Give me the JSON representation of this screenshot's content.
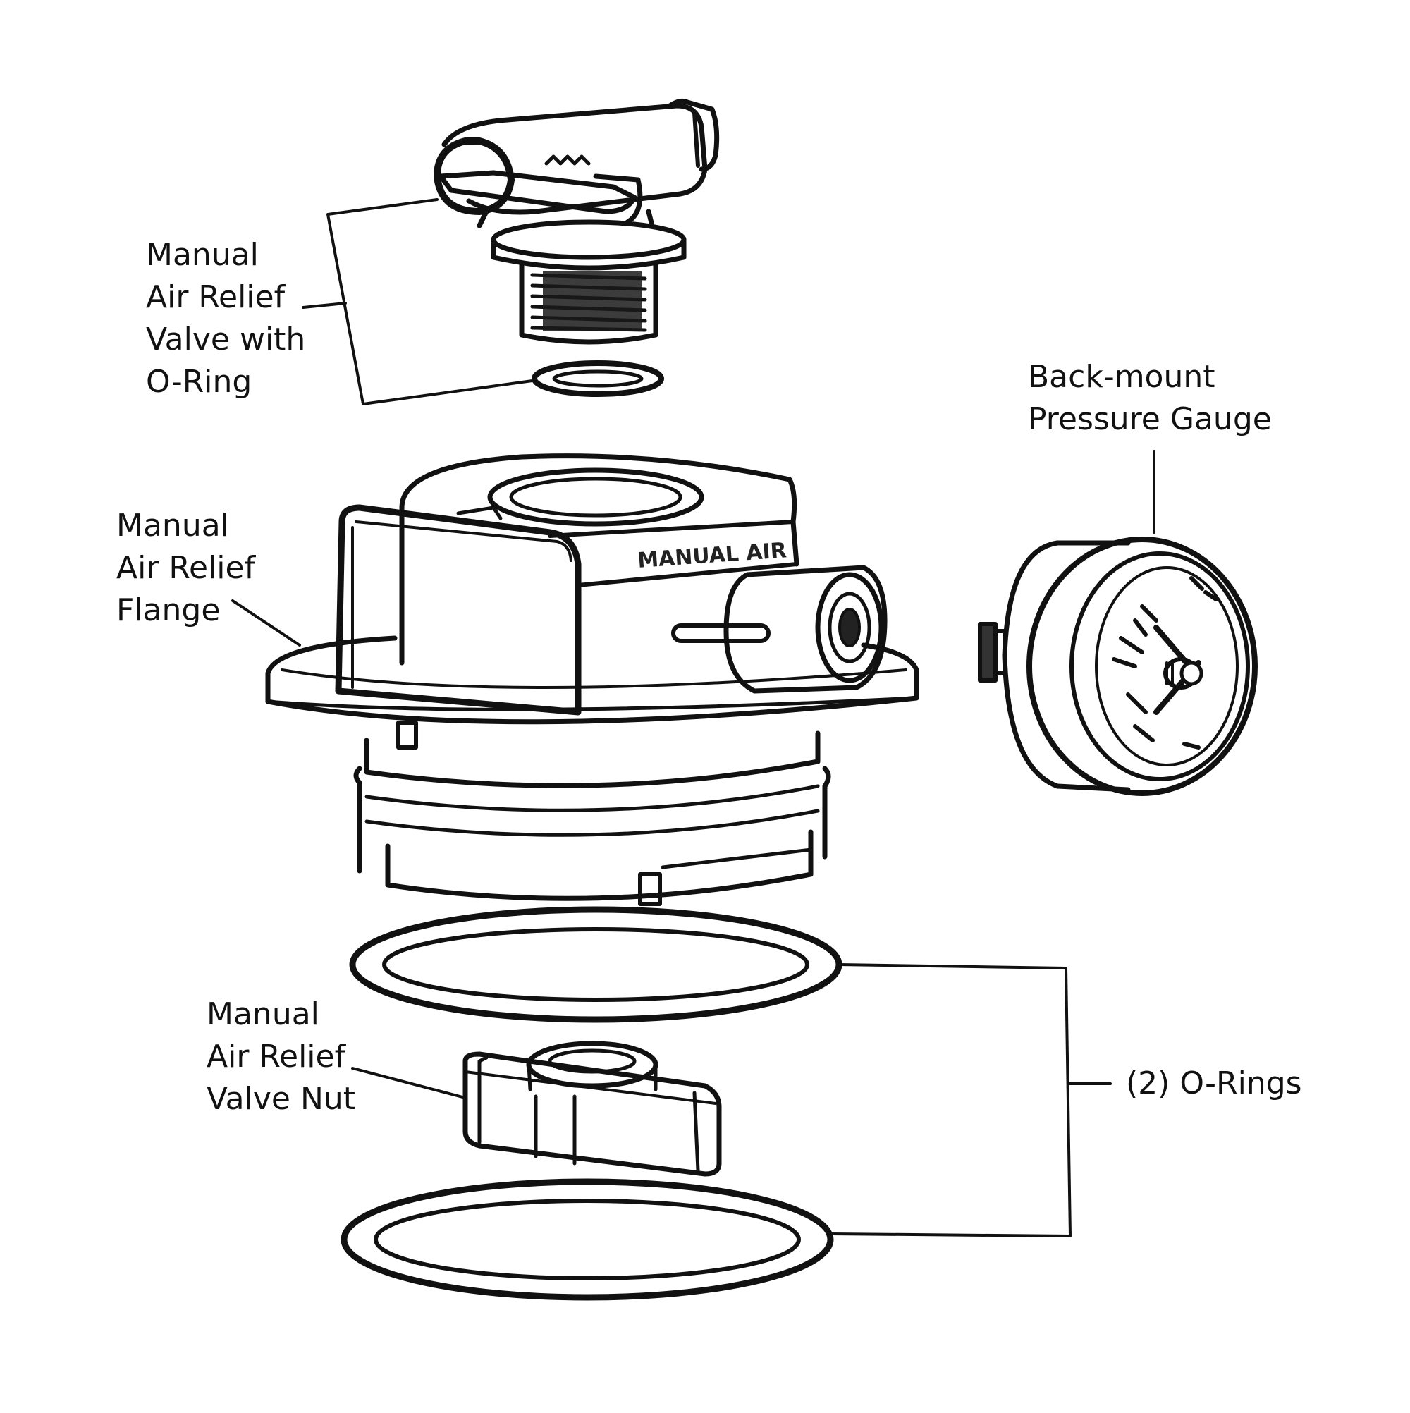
{
  "labels": {
    "valve_with_oring": [
      "Manual",
      "Air Relief",
      "Valve with",
      "O-Ring"
    ],
    "back_mount_gauge": [
      "Back-mount",
      "Pressure Gauge"
    ],
    "flange": [
      "Manual",
      "Air Relief",
      "Flange"
    ],
    "valve_nut": [
      "Manual",
      "Air Relief",
      "Valve Nut"
    ],
    "o_rings": [
      "(2) O-Rings"
    ]
  },
  "embossed_text": "MANUAL AIR",
  "colors": {
    "ink": "#111111",
    "background": "#ffffff"
  }
}
